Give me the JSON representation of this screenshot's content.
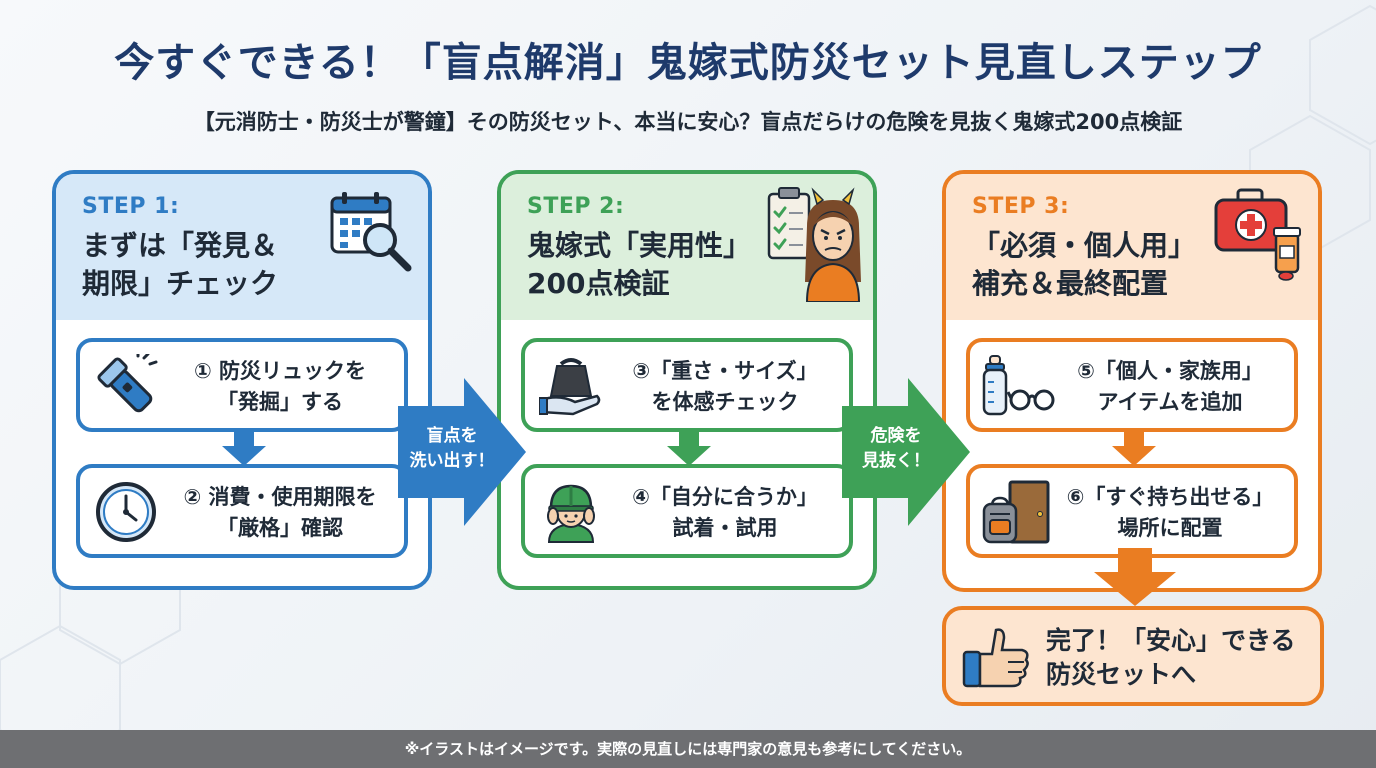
{
  "title": "今すぐできる！「盲点解消」鬼嫁式防災セット見直しステップ",
  "subtitle": "【元消防士・防災士が警鐘】その防災セット、本当に安心？盲点だらけの危険を見抜く鬼嫁式200点検証",
  "colors": {
    "blue": "#2f7cc4",
    "green": "#3ea157",
    "orange": "#ea7d22",
    "navy": "#1e3a6b"
  },
  "steps": [
    {
      "label": "STEP 1:",
      "title": "まずは「発見＆\n期限」チェック",
      "icon": "calendar-magnifier-icon",
      "items": [
        {
          "icon": "flashlight-icon",
          "text": "① 防災リュックを\n「発掘」する"
        },
        {
          "icon": "clock-icon",
          "text": "② 消費・使用期限を\n「厳格」確認"
        }
      ]
    },
    {
      "label": "STEP 2:",
      "title": "鬼嫁式「実用性」\n200点検証",
      "icon": "oni-wife-clipboard-icon",
      "items": [
        {
          "icon": "weight-in-hand-icon",
          "text": "③「重さ・サイズ」\nを体感チェック"
        },
        {
          "icon": "helmet-person-icon",
          "text": "④「自分に合うか」\n試着・試用"
        }
      ]
    },
    {
      "label": "STEP 3:",
      "title": "「必須・個人用」\n補充＆最終配置",
      "icon": "first-aid-kit-icon",
      "items": [
        {
          "icon": "baby-bottle-glasses-icon",
          "text": "⑤「個人・家族用」\nアイテムを追加"
        },
        {
          "icon": "door-backpack-icon",
          "text": "⑥「すぐ持ち出せる」\n場所に配置"
        }
      ]
    }
  ],
  "arrows": [
    {
      "label": "盲点を\n洗い出す！"
    },
    {
      "label": "危険を\n見抜く！"
    }
  ],
  "done": {
    "text": "完了！「安心」できる\n防災セットへ",
    "icon": "thumbs-up-icon"
  },
  "footer": "※イラストはイメージです。実際の見直しには専門家の意見も参考にしてください。"
}
